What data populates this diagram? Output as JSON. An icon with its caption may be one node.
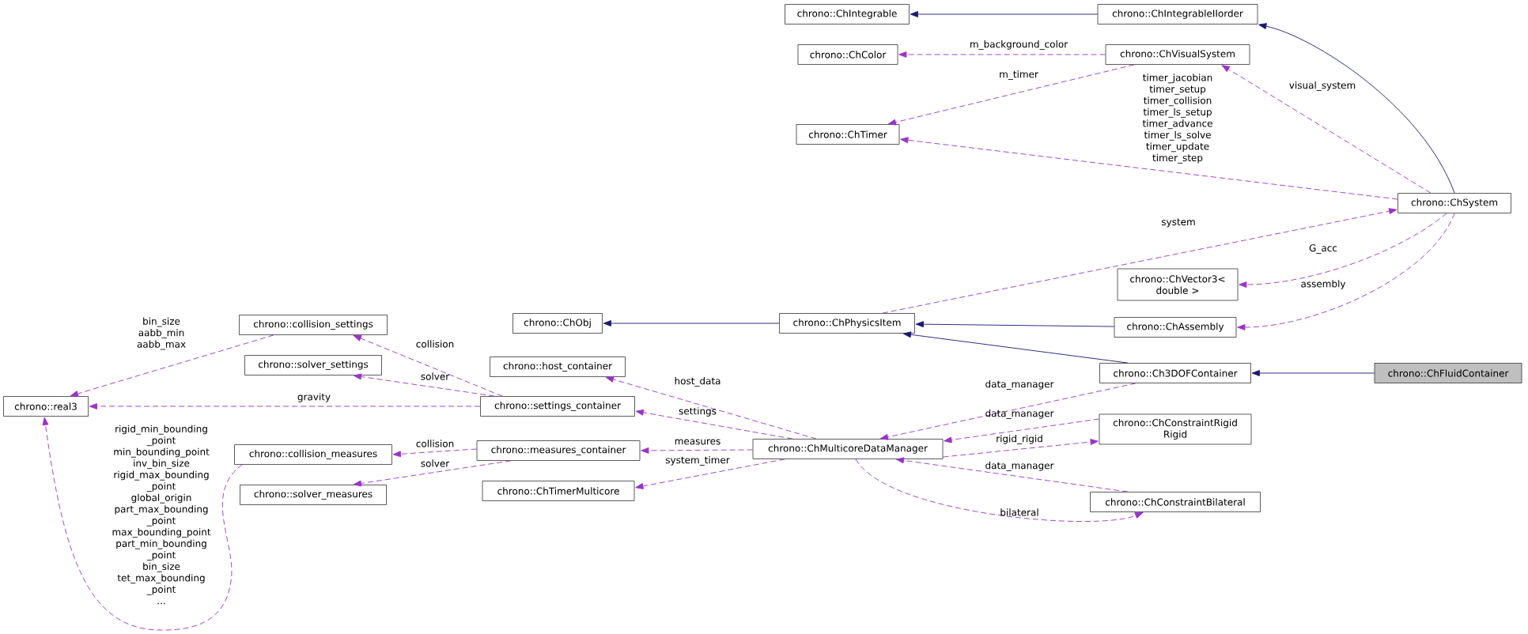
{
  "diagram": {
    "nodes": [
      {
        "text": [
          "chrono::ChFluidContainer"
        ]
      },
      {
        "text": [
          "chrono::Ch3DOFContainer"
        ]
      },
      {
        "text": [
          "chrono::ChPhysicsItem"
        ]
      },
      {
        "text": [
          "chrono::ChObj"
        ]
      },
      {
        "text": [
          "chrono::ChSystem"
        ]
      },
      {
        "text": [
          "chrono::ChIntegrableIIorder"
        ]
      },
      {
        "text": [
          "chrono::ChIntegrable"
        ]
      },
      {
        "text": [
          "chrono::ChVisualSystem"
        ]
      },
      {
        "text": [
          "chrono::ChColor"
        ]
      },
      {
        "text": [
          "chrono::ChTimer"
        ]
      },
      {
        "text": [
          "chrono::ChVector3< double >"
        ]
      },
      {
        "text": [
          "chrono::ChAssembly"
        ]
      },
      {
        "text": [
          "chrono::ChMulticoreDataManager"
        ]
      },
      {
        "text": [
          "chrono::ChConstraintRigid Rigid"
        ]
      },
      {
        "text": [
          "chrono::ChConstraintBilateral"
        ]
      },
      {
        "text": [
          "chrono::host_container"
        ]
      },
      {
        "text": [
          "chrono::settings_container"
        ]
      },
      {
        "text": [
          "chrono::measures_container"
        ]
      },
      {
        "text": [
          "chrono::ChTimerMulticore"
        ]
      },
      {
        "text": [
          "chrono::collision_settings"
        ]
      },
      {
        "text": [
          "chrono::solver_settings"
        ]
      },
      {
        "text": [
          "chrono::real3"
        ]
      },
      {
        "text": [
          "chrono::collision_measures"
        ]
      },
      {
        "text": [
          "chrono::solver_measures"
        ]
      }
    ],
    "edges": [
      {
        "from": 0,
        "to": 1,
        "arrow": "to",
        "color": "#191970"
      },
      {
        "from": 1,
        "to": 2,
        "arrow": "to",
        "color": "#191970"
      },
      {
        "from": 2,
        "to": 3,
        "arrow": "to",
        "color": "#191970"
      },
      {
        "from": 11,
        "to": 2,
        "arrow": "to",
        "color": "#191970"
      },
      {
        "from": 4,
        "to": 5,
        "arrow": "to",
        "color": "#191970"
      },
      {
        "from": 5,
        "to": 6,
        "arrow": "to",
        "color": "#191970"
      },
      {
        "from": 7,
        "to": 8,
        "arrow": "to",
        "style": "dashed",
        "label": "m_background_color"
      },
      {
        "from": 7,
        "to": 9,
        "arrow": "to",
        "style": "dashed",
        "label": "m_timer"
      },
      {
        "from": 4,
        "to": 9,
        "arrow": "to",
        "style": "dashed",
        "label": "timer_jacobian timer_setup timer_collision timer_ls_setup timer_advance timer_ls_solve timer_update timer_step"
      },
      {
        "from": 4,
        "to": 7,
        "arrow": "to",
        "style": "dashed",
        "label": "visual_system"
      },
      {
        "from": 2,
        "to": 4,
        "arrow": "to",
        "style": "dashed",
        "label": "system"
      },
      {
        "from": 4,
        "to": 10,
        "arrow": "to",
        "style": "dashed",
        "label": "G_acc"
      },
      {
        "from": 4,
        "to": 11,
        "arrow": "to",
        "style": "dashed",
        "label": "assembly"
      },
      {
        "from": 1,
        "to": 12,
        "arrow": "to",
        "style": "dashed",
        "label": "data_manager"
      },
      {
        "from": 13,
        "to": 12,
        "arrow": "to",
        "style": "dashed",
        "label": "data_manager"
      },
      {
        "from": 12,
        "to": 13,
        "arrow": "to",
        "style": "dashed",
        "label": "rigid_rigid"
      },
      {
        "from": 14,
        "to": 12,
        "arrow": "to",
        "style": "dashed",
        "label": "data_manager"
      },
      {
        "from": 12,
        "to": 14,
        "arrow": "to",
        "style": "dashed",
        "label": "bilateral"
      },
      {
        "from": 12,
        "to": 15,
        "arrow": "to",
        "style": "dashed",
        "label": "host_data"
      },
      {
        "from": 12,
        "to": 16,
        "arrow": "to",
        "style": "dashed",
        "label": "settings"
      },
      {
        "from": 12,
        "to": 17,
        "arrow": "to",
        "style": "dashed",
        "label": "measures"
      },
      {
        "from": 12,
        "to": 18,
        "arrow": "to",
        "style": "dashed",
        "label": "system_timer"
      },
      {
        "from": 16,
        "to": 19,
        "arrow": "to",
        "style": "dashed",
        "label": "collision"
      },
      {
        "from": 16,
        "to": 20,
        "arrow": "to",
        "style": "dashed",
        "label": "solver"
      },
      {
        "from": 16,
        "to": 21,
        "arrow": "to",
        "style": "dashed",
        "label": "gravity"
      },
      {
        "from": 17,
        "to": 22,
        "arrow": "to",
        "style": "dashed",
        "label": "collision"
      },
      {
        "from": 17,
        "to": 23,
        "arrow": "to",
        "style": "dashed",
        "label": "solver"
      },
      {
        "from": 19,
        "to": 21,
        "arrow": "to",
        "style": "dashed",
        "label": "bin_size aabb_min aabb_max"
      },
      {
        "from": 22,
        "to": 21,
        "arrow": "to",
        "style": "dashed",
        "label": "rigid_min_bounding _point min_bounding_point inv_bin_size rigid_max_bounding _point global_origin part_max_bounding _point max_bounding_point part_min_bounding _point bin_size tet_max_bounding _point ..."
      }
    ]
  }
}
